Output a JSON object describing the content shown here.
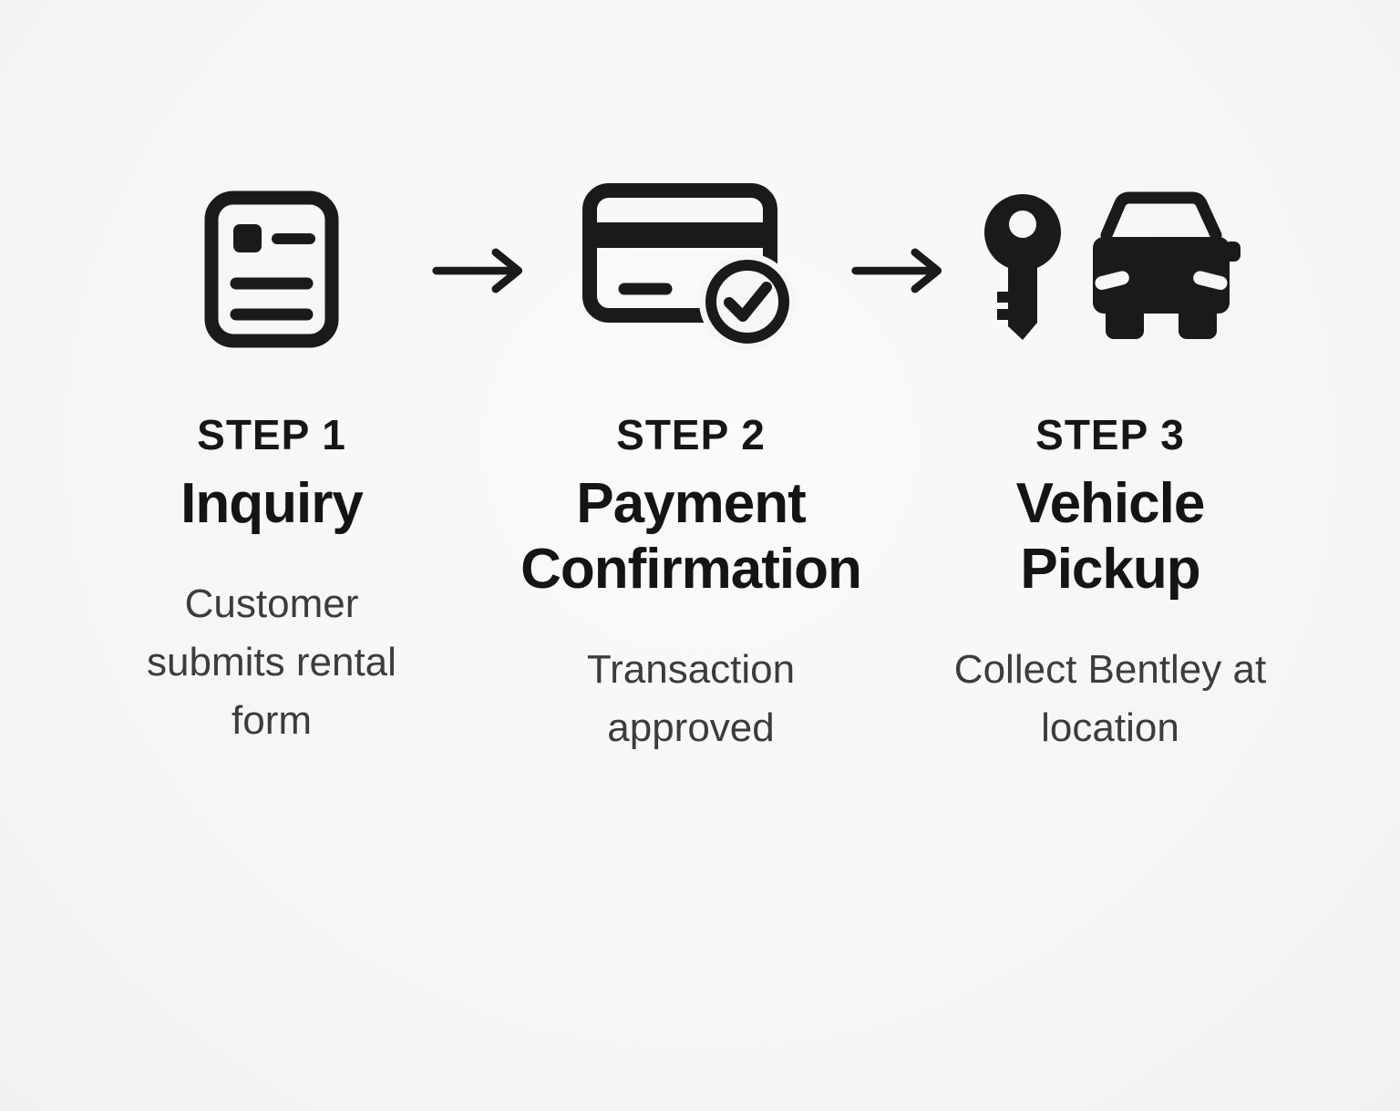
{
  "page": {
    "background_color": "#f7f6f4",
    "icon_color": "#1a1a1a",
    "label_color": "#161616",
    "description_color": "#3c3c3c"
  },
  "icons": [
    {
      "name": "rental-form-icon",
      "depicts": "document form with checkbox square and text lines"
    },
    {
      "name": "arrow-right-icon",
      "depicts": "right-pointing arrow connector"
    },
    {
      "name": "credit-card-approved-icon",
      "depicts": "credit card with magnetic stripe and check-circle badge"
    },
    {
      "name": "key-and-car-icon",
      "depicts": "car key beside car front silhouette"
    }
  ],
  "steps": [
    {
      "label": "STEP 1",
      "title": "Inquiry",
      "description": "Customer submits rental form",
      "icon": "rental-form-icon"
    },
    {
      "label": "STEP 2",
      "title": "Payment Confirmation",
      "description": "Transaction approved",
      "icon": "credit-card-approved-icon"
    },
    {
      "label": "STEP 3",
      "title": "Vehicle Pickup",
      "description": "Collect Bentley at location",
      "icon": "key-and-car-icon"
    }
  ]
}
